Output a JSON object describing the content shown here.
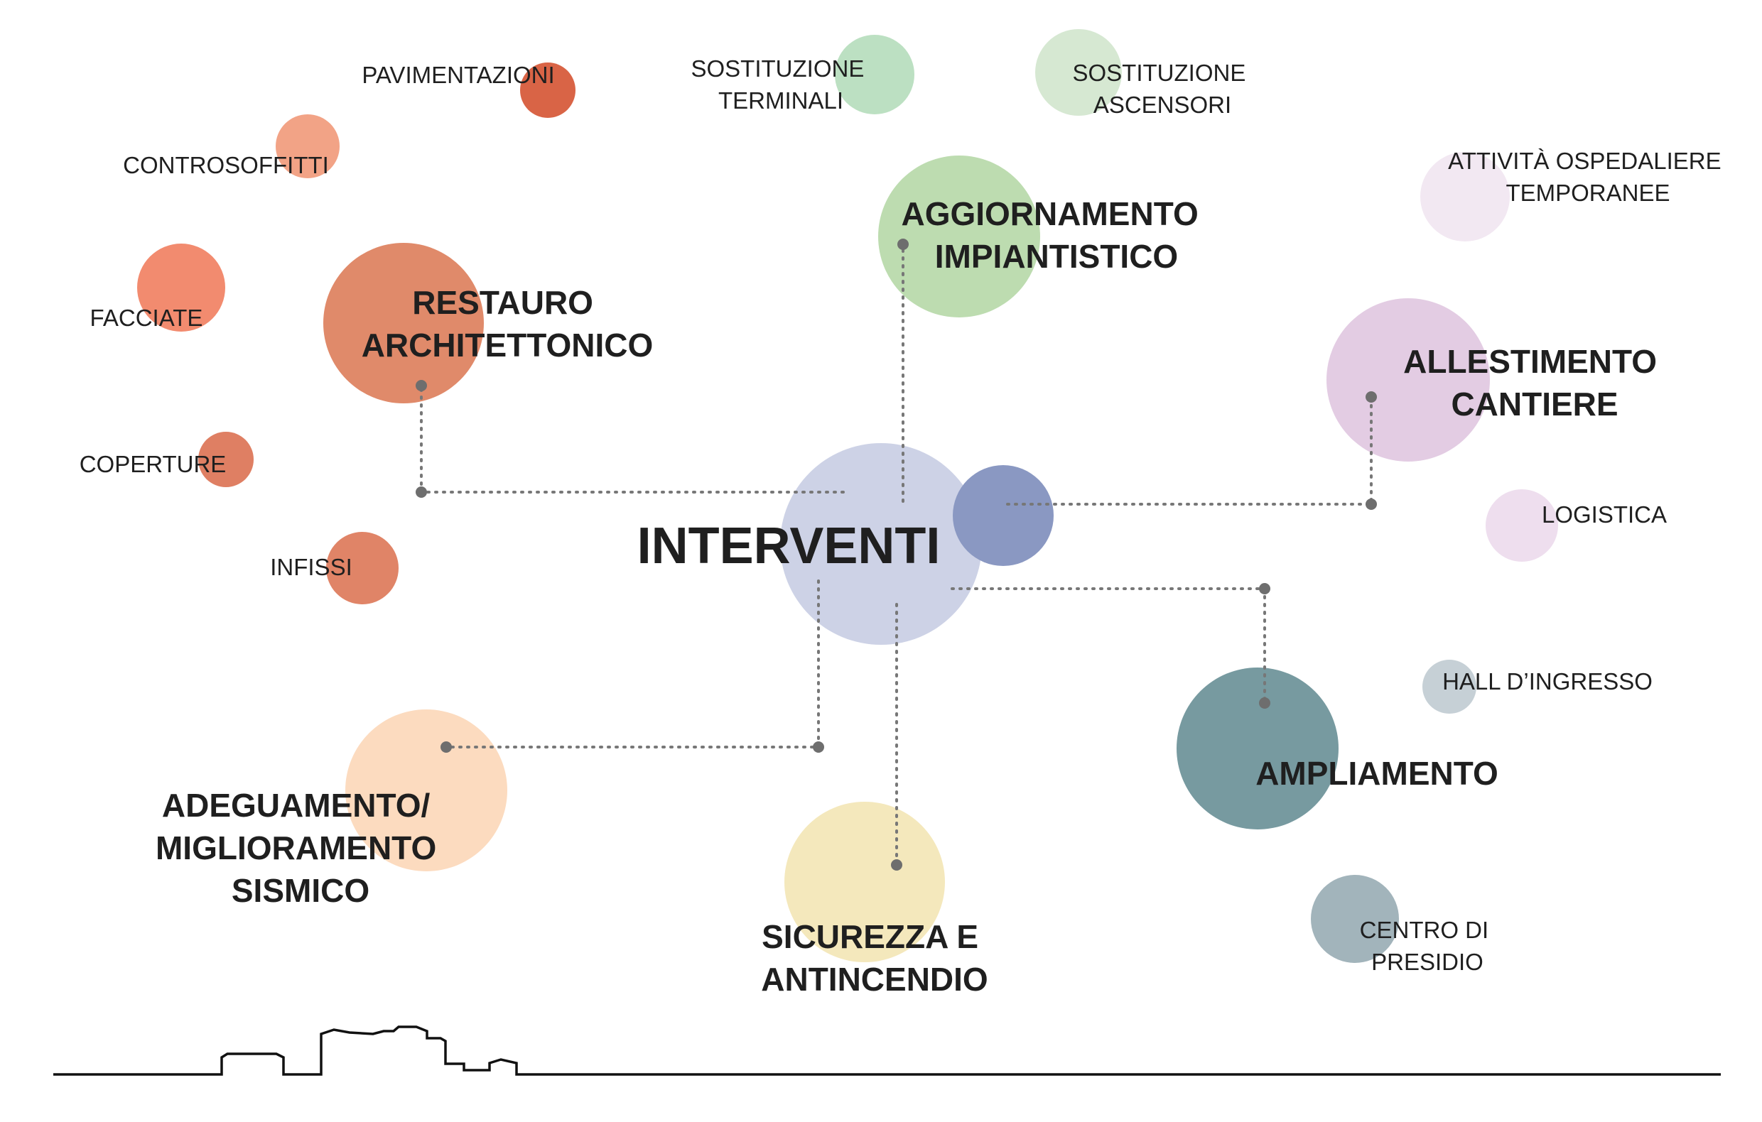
{
  "diagram": {
    "center_label": "INTERVENTI",
    "main_categories": [
      {
        "id": "restauro",
        "lines": [
          "RESTAURO",
          "ARCHITETTONICO"
        ],
        "color": "#e08a6a"
      },
      {
        "id": "aggiornamento",
        "lines": [
          "AGGIORNAMENTO",
          "IMPIANTISTICO"
        ],
        "color": "#bddcb0"
      },
      {
        "id": "allestimento",
        "lines": [
          "ALLESTIMENTO",
          "CANTIERE"
        ],
        "color": "#e3cce3"
      },
      {
        "id": "ampliamento",
        "lines": [
          "AMPLIAMENTO"
        ],
        "color": "#779aa0"
      },
      {
        "id": "sicurezza",
        "lines": [
          "SICUREZZA E",
          "ANTINCENDIO"
        ],
        "color": "#f4e8bc"
      },
      {
        "id": "adeguamento",
        "lines": [
          "ADEGUAMENTO/",
          "MIGLIORAMENTO",
          "SISMICO"
        ],
        "color": "#fcdbbf"
      }
    ],
    "sub_items": [
      {
        "id": "pavimentazioni",
        "lines": [
          "PAVIMENTAZIONI"
        ],
        "color": "#d96446"
      },
      {
        "id": "controsoffitti",
        "lines": [
          "CONTROSOFFITTI"
        ],
        "color": "#f2a386"
      },
      {
        "id": "facciate",
        "lines": [
          "FACCIATE"
        ],
        "color": "#f28b6f"
      },
      {
        "id": "coperture",
        "lines": [
          "COPERTURE"
        ],
        "color": "#df7f63"
      },
      {
        "id": "infissi",
        "lines": [
          "INFISSI"
        ],
        "color": "#e08467"
      },
      {
        "id": "sostituzione-terminali",
        "lines": [
          "SOSTITUZIONE",
          "TERMINALI"
        ],
        "color": "#bce0c2"
      },
      {
        "id": "sostituzione-ascensori",
        "lines": [
          "SOSTITUZIONE",
          "ASCENSORI"
        ],
        "color": "#d6e8d2"
      },
      {
        "id": "attivita-ospedaliere",
        "lines": [
          "ATTIVITÀ OSPEDALIERE",
          "TEMPORANEE"
        ],
        "color": "#f2e8f2"
      },
      {
        "id": "logistica",
        "lines": [
          "LOGISTICA"
        ],
        "color": "#eedeee"
      },
      {
        "id": "hall-ingresso",
        "lines": [
          "HALL D’INGRESSO"
        ],
        "color": "#c6d0d6"
      },
      {
        "id": "centro-presidio",
        "lines": [
          "CENTRO DI",
          "PRESIDIO"
        ],
        "color": "#a2b4bb"
      }
    ],
    "center_color": "#cdd2e6",
    "accent_color": "#8a98c2"
  }
}
